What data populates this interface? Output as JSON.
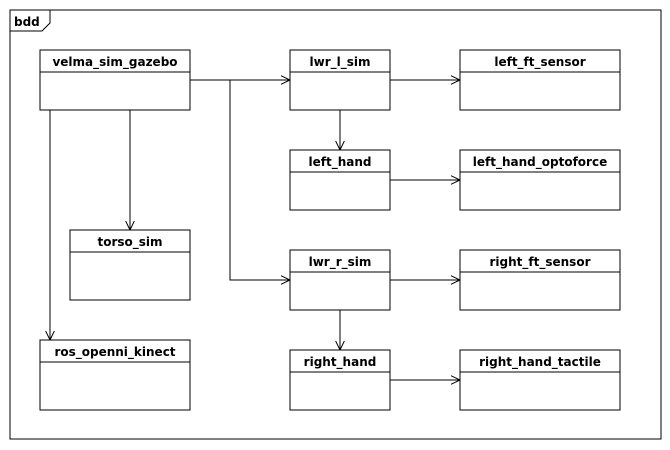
{
  "diagram": {
    "frame_label": "bdd",
    "blocks": [
      {
        "id": "velma_sim_gazebo",
        "name": "velma_sim_gazebo"
      },
      {
        "id": "lwr_l_sim",
        "name": "lwr_l_sim"
      },
      {
        "id": "left_ft_sensor",
        "name": "left_ft_sensor"
      },
      {
        "id": "left_hand",
        "name": "left_hand"
      },
      {
        "id": "left_hand_optoforce",
        "name": "left_hand_optoforce"
      },
      {
        "id": "torso_sim",
        "name": "torso_sim"
      },
      {
        "id": "lwr_r_sim",
        "name": "lwr_r_sim"
      },
      {
        "id": "right_ft_sensor",
        "name": "right_ft_sensor"
      },
      {
        "id": "ros_openni_kinect",
        "name": "ros_openni_kinect"
      },
      {
        "id": "right_hand",
        "name": "right_hand"
      },
      {
        "id": "right_hand_tactile",
        "name": "right_hand_tactile"
      }
    ],
    "edges": [
      {
        "from": "velma_sim_gazebo",
        "to": "lwr_l_sim"
      },
      {
        "from": "velma_sim_gazebo",
        "to": "lwr_r_sim"
      },
      {
        "from": "velma_sim_gazebo",
        "to": "torso_sim"
      },
      {
        "from": "velma_sim_gazebo",
        "to": "ros_openni_kinect"
      },
      {
        "from": "lwr_l_sim",
        "to": "left_ft_sensor"
      },
      {
        "from": "lwr_l_sim",
        "to": "left_hand"
      },
      {
        "from": "left_hand",
        "to": "left_hand_optoforce"
      },
      {
        "from": "lwr_r_sim",
        "to": "right_ft_sensor"
      },
      {
        "from": "lwr_r_sim",
        "to": "right_hand"
      },
      {
        "from": "right_hand",
        "to": "right_hand_tactile"
      }
    ]
  }
}
